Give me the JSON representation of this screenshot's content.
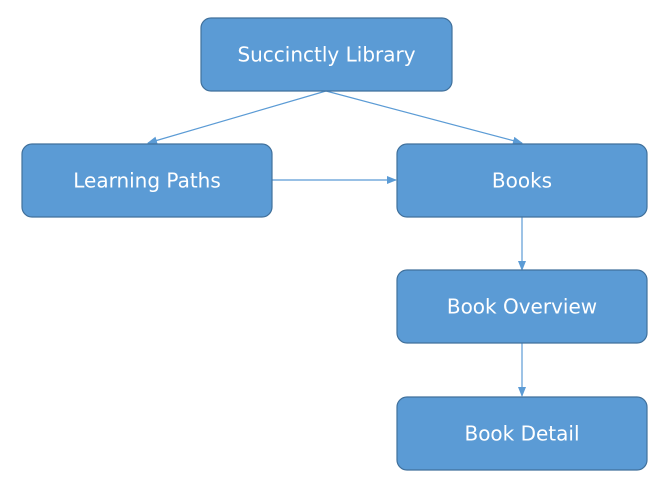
{
  "colors": {
    "node_fill": "#5b9bd5",
    "node_border": "#41719c",
    "edge": "#5b9bd5"
  },
  "nodes": {
    "library": {
      "label": "Succinctly Library"
    },
    "paths": {
      "label": "Learning Paths"
    },
    "books": {
      "label": "Books"
    },
    "overview": {
      "label": "Book Overview"
    },
    "detail": {
      "label": "Book Detail"
    }
  },
  "edges": [
    {
      "from": "library",
      "to": "paths"
    },
    {
      "from": "library",
      "to": "books"
    },
    {
      "from": "paths",
      "to": "books"
    },
    {
      "from": "books",
      "to": "overview"
    },
    {
      "from": "overview",
      "to": "detail"
    }
  ]
}
